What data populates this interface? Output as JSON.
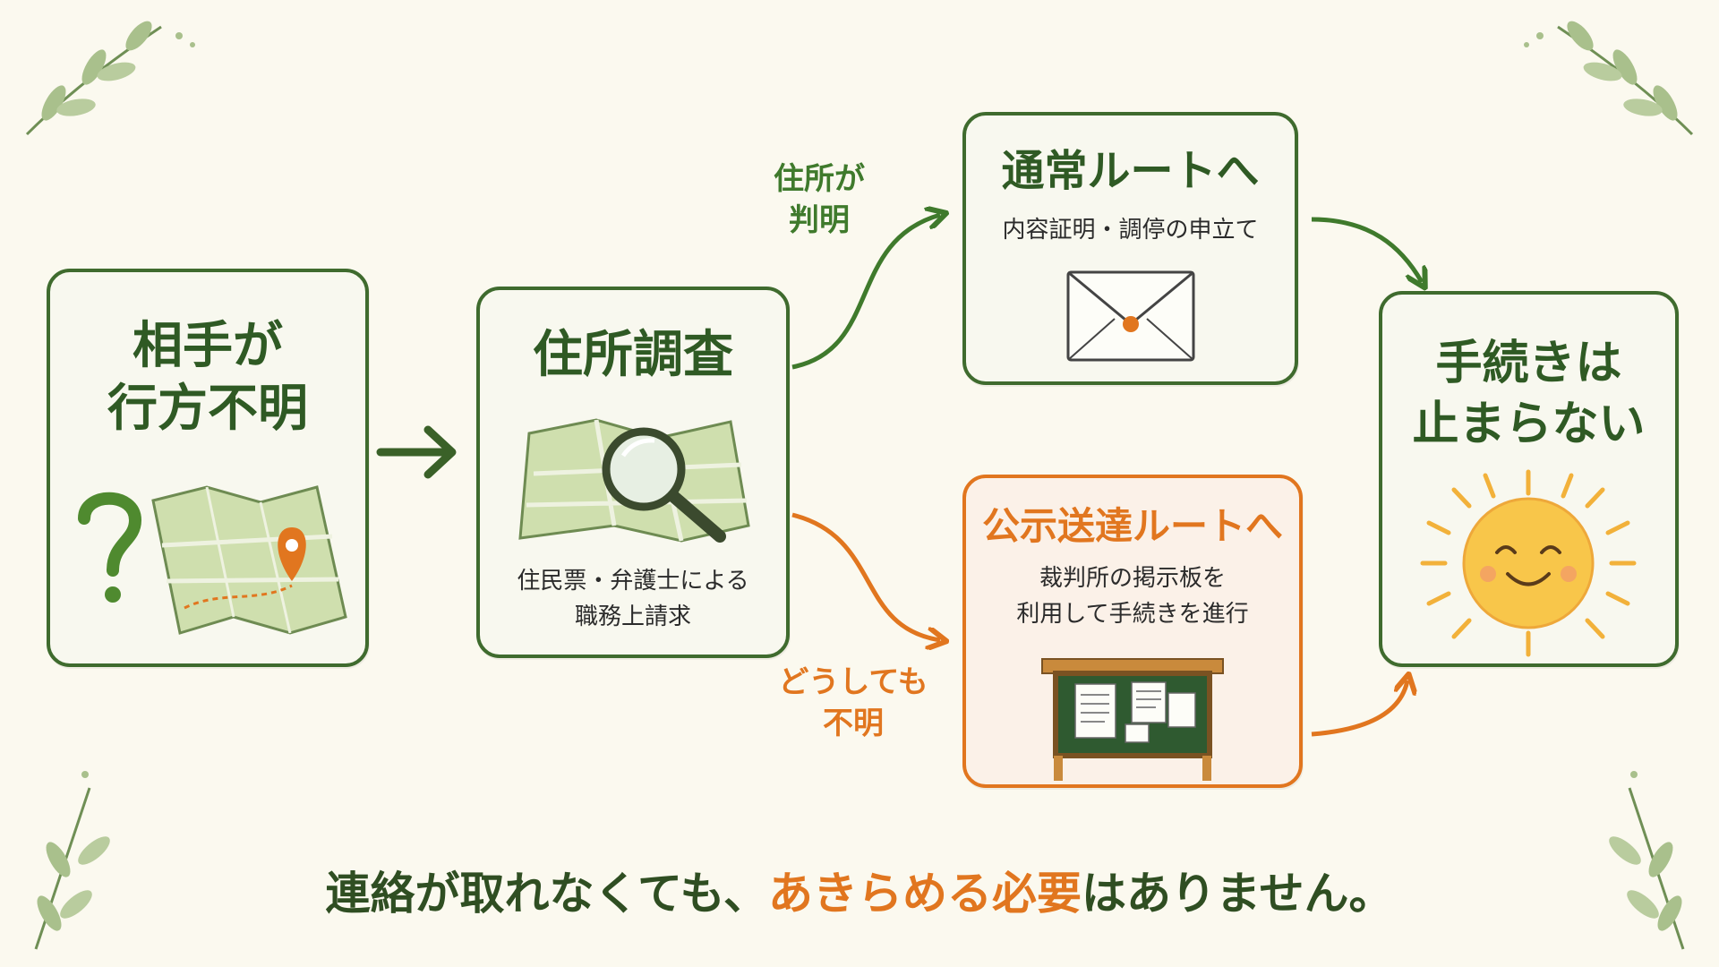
{
  "nodes": {
    "start": {
      "line1": "相手が",
      "line2": "行方不明"
    },
    "investigate": {
      "title": "住所調査",
      "desc1": "住民票・弁護士による",
      "desc2": "職務上請求"
    },
    "normal": {
      "title": "通常ルートへ",
      "desc": "内容証明・調停の申立て"
    },
    "public": {
      "title": "公示送達ルートへ",
      "desc1": "裁判所の掲示板を",
      "desc2": "利用して手続きを進行"
    },
    "end": {
      "line1": "手続きは",
      "line2": "止まらない"
    }
  },
  "edges": {
    "found": {
      "line1": "住所が",
      "line2": "判明"
    },
    "unknown": {
      "line1": "どうしても",
      "line2": "不明"
    }
  },
  "footer": {
    "part1": "連絡が取れなくても、",
    "part2": "あきらめる必要",
    "part3": "はありません。"
  },
  "colors": {
    "green": "#3f6b2e",
    "orange": "#e1761f",
    "background": "#fbf9ef"
  },
  "icons": [
    "question-mark-icon",
    "map-pin-icon",
    "magnifier-icon",
    "envelope-icon",
    "bulletin-board-icon",
    "smiling-sun-icon",
    "leaf-sprig-icon"
  ]
}
